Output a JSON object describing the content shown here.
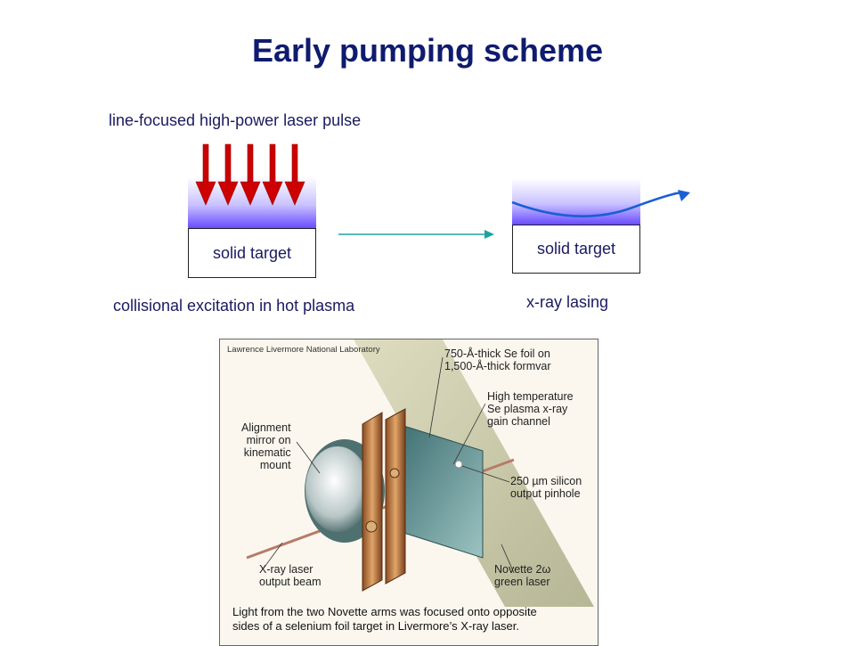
{
  "slide": {
    "title": "Early pumping scheme"
  },
  "diagram": {
    "pump_label": "line-focused high-power laser pulse",
    "left_target": "solid target",
    "right_target": "solid target",
    "left_caption": "collisional excitation in hot plasma",
    "right_caption": "x-ray lasing",
    "colors": {
      "title": "#0f1b6e",
      "pump_arrows": "#cc0000",
      "plasma": "#6a4cff",
      "transition_arrow": "#1aa3a3",
      "xray_beam": "#1a5fd6"
    }
  },
  "photo": {
    "header": "Lawrence Livermore National Laboratory",
    "callouts": {
      "foil": [
        "750-Å-thick Se foil on",
        "1,500-Å-thick formvar"
      ],
      "gain": [
        "High temperature",
        "Se plasma x-ray",
        "gain channel"
      ],
      "pinhole": [
        "250 µm silicon",
        "output pinhole"
      ],
      "mirror": [
        "Alignment",
        "mirror on",
        "kinematic",
        "mount"
      ],
      "beam": [
        "X-ray laser",
        "output beam"
      ],
      "green": [
        "Novette 2ω",
        "green laser"
      ]
    },
    "caption": [
      "Light from the two Novette arms was focused onto opposite",
      "sides of a selenium foil target in Livermore’s X-ray laser."
    ]
  }
}
